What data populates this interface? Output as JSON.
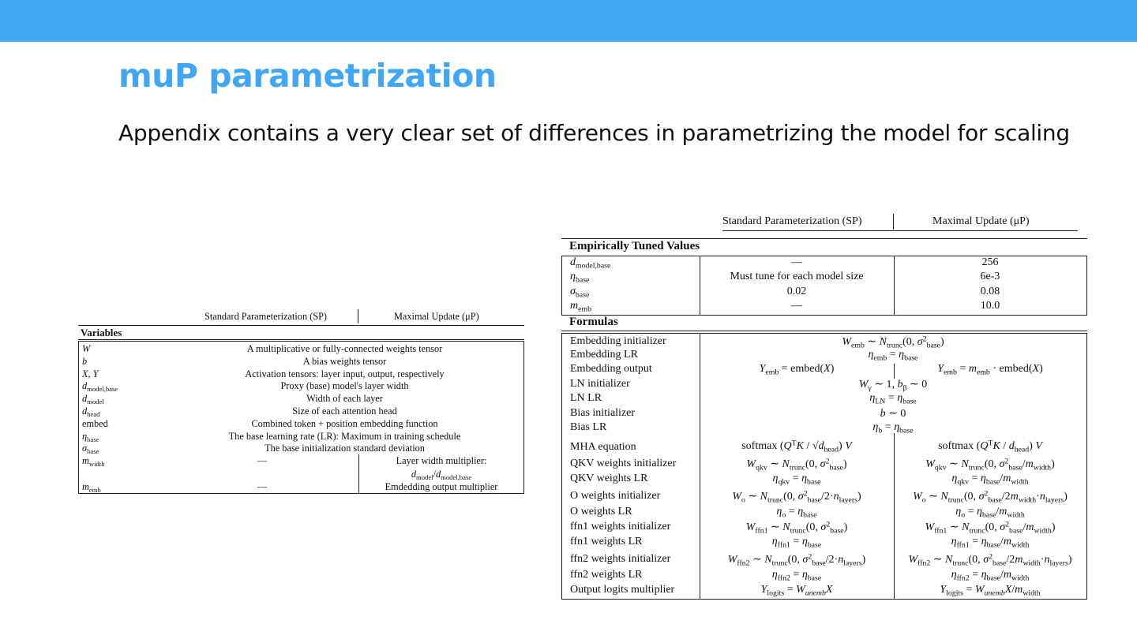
{
  "slide": {
    "title": "muP parametrization",
    "subtitle": "Appendix contains a very clear set of differences in parametrizing the model for scaling",
    "accent_color": "#41a6f4"
  },
  "left_table": {
    "col_sp": "Standard Parameterization (SP)",
    "col_mup": "Maximal Update (μP)",
    "section": "Variables",
    "rows": [
      {
        "key": "W",
        "value": "A multiplicative or fully-connected weights tensor"
      },
      {
        "key": "b",
        "value": "A bias weights tensor"
      },
      {
        "key": "X, Y",
        "value": "Activation tensors: layer input, output, respectively"
      },
      {
        "key": "d",
        "sub": "model,base",
        "value": "Proxy (base) model's layer width"
      },
      {
        "key": "d",
        "sub": "model",
        "value": "Width of each layer"
      },
      {
        "key": "d",
        "sub": "head",
        "value": "Size of each attention head"
      },
      {
        "key": "embed",
        "value": "Combined token + position embedding function"
      },
      {
        "key": "η",
        "sub": "base",
        "value": "The base learning rate (LR): Maximum in training schedule"
      },
      {
        "key": "σ",
        "sub": "base",
        "value": "The base initialization standard deviation"
      }
    ],
    "mwidth_row": {
      "key": "m",
      "sub": "width",
      "sp": "—",
      "mup_line1": "Layer width multiplier:",
      "mup_line2": "d_model/d_model,base"
    },
    "memb_row": {
      "key": "m",
      "sub": "emb",
      "sp": "—",
      "mup": "Emdedding output multiplier"
    }
  },
  "right_table": {
    "col_sp": "Standard Parameterization (SP)",
    "col_mup": "Maximal Update (μP)",
    "section_tuned": "Empirically Tuned Values",
    "tuned_rows": [
      {
        "key": "d",
        "sub": "model,base",
        "sp": "—",
        "mup": "256"
      },
      {
        "key": "η",
        "sub": "base",
        "sp": "Must tune for each model size",
        "mup": "6e-3"
      },
      {
        "key": "σ",
        "sub": "base",
        "sp": "0.02",
        "mup": "0.08"
      },
      {
        "key": "m",
        "sub": "emb",
        "sp": "—",
        "mup": "10.0"
      }
    ],
    "section_formulas": "Formulas",
    "formula_labels": {
      "emb_init": "Embedding initializer",
      "emb_lr": "Embedding LR",
      "emb_out": "Embedding output",
      "ln_init": "LN initializer",
      "ln_lr": "LN LR",
      "bias_init": "Bias initializer",
      "bias_lr": "Bias LR",
      "mha": "MHA equation",
      "qkv_init": "QKV weights initializer",
      "qkv_lr": "QKV weights LR",
      "o_init": "O weights initializer",
      "o_lr": "O weights LR",
      "ffn1_init": "ffn1 weights initializer",
      "ffn1_lr": "ffn1 weights LR",
      "ffn2_init": "ffn2 weights initializer",
      "ffn2_lr": "ffn2 weights LR",
      "logits": "Output logits multiplier"
    }
  }
}
